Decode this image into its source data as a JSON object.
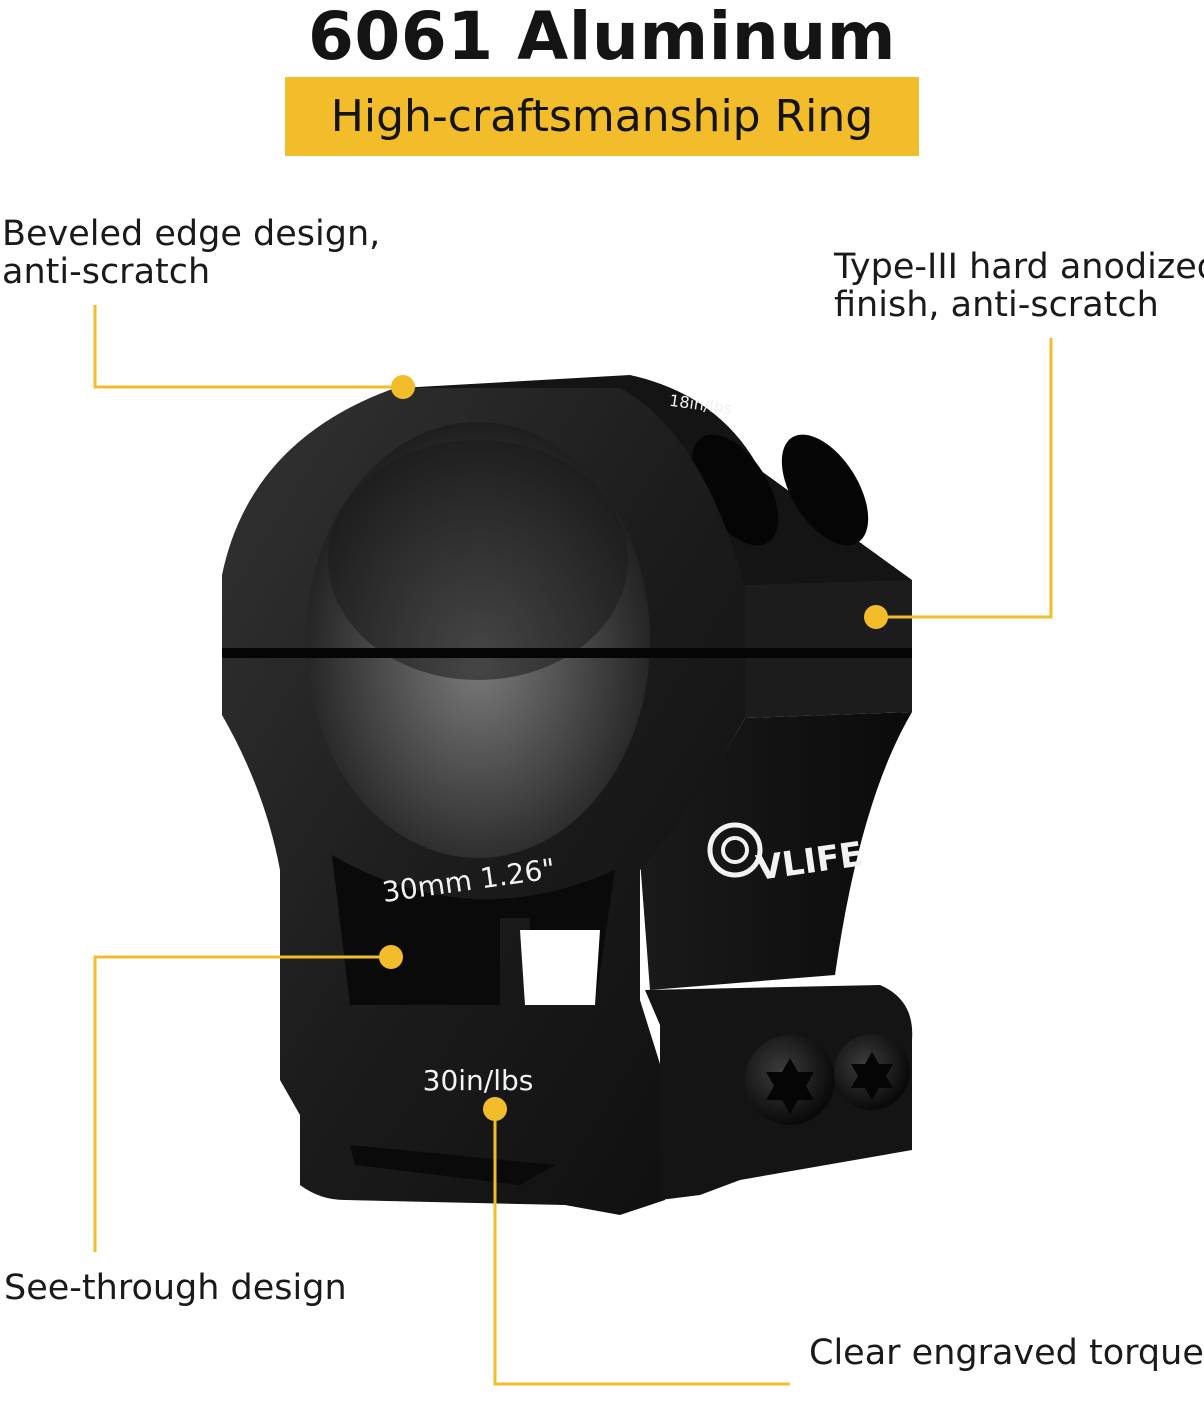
{
  "heading": {
    "title": "6061 Aluminum",
    "banner": "High-craftsmanship Ring"
  },
  "callouts": {
    "beveled": {
      "line1": "Beveled edge design,",
      "line2": "anti-scratch"
    },
    "anodized": {
      "line1": "Type-III hard anodized",
      "line2": "finish, anti-scratch"
    },
    "see_through": {
      "line1": "See-through design"
    },
    "torque": {
      "line1": "Clear engraved torque"
    }
  },
  "product": {
    "engraving_top_torque": "18in/lbs",
    "engraving_size": "30mm 1.26\"",
    "engraving_bottom_torque": "30in/lbs",
    "brand": "VLIFE"
  },
  "colors": {
    "accent": "#f2bc2b",
    "metal_dark": "#161616",
    "metal_mid": "#2a2a2a",
    "text": "#141414"
  }
}
